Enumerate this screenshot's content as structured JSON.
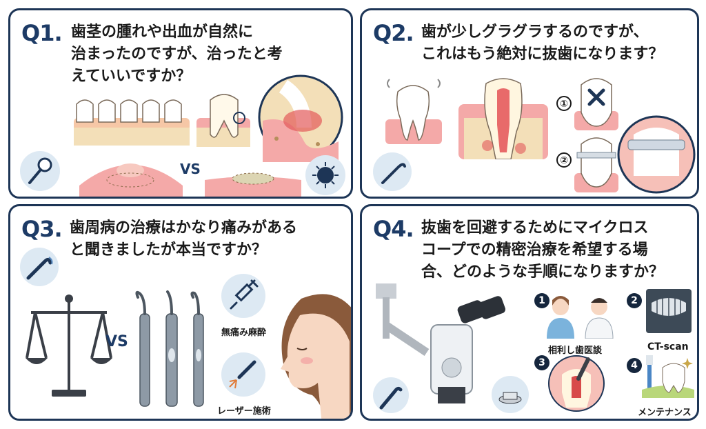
{
  "q1": {
    "num": "Q1.",
    "lines": [
      "歯茎の腫れや出血が自然に",
      "治まったのですが、治ったと考",
      "えていいですか？"
    ],
    "vs": "VS"
  },
  "q2": {
    "num": "Q2.",
    "lines": [
      "歯が少しグラグラするのですが、",
      "これはもう絶対に抜歯になります？"
    ],
    "opt1": "①",
    "opt2": "②"
  },
  "q3": {
    "num": "Q3.",
    "lines": [
      "歯周病の治療はかなり痛みがある",
      "と聞きましたが本当ですか？"
    ],
    "vs": "VS",
    "label_anesthesia": "無痛み麻酔",
    "label_laser": "レーザー施術"
  },
  "q4": {
    "num": "Q4.",
    "lines": [
      "抜歯を回避するためにマイクロス",
      "コープでの精密治療を希望する場",
      "合、どのような手順になりますか？"
    ],
    "steps": [
      {
        "badge": "1",
        "label": "相利し歯医談"
      },
      {
        "badge": "2",
        "label": "CT-scan"
      },
      {
        "badge": "3",
        "label": ""
      },
      {
        "badge": "4",
        "label": "メンテナンス"
      }
    ]
  },
  "colors": {
    "navy": "#1d3556",
    "gum": "#f4a9a8",
    "tooth": "#ffffff",
    "bone": "#f3dfb8",
    "icon_bg": "#dde9f3"
  }
}
